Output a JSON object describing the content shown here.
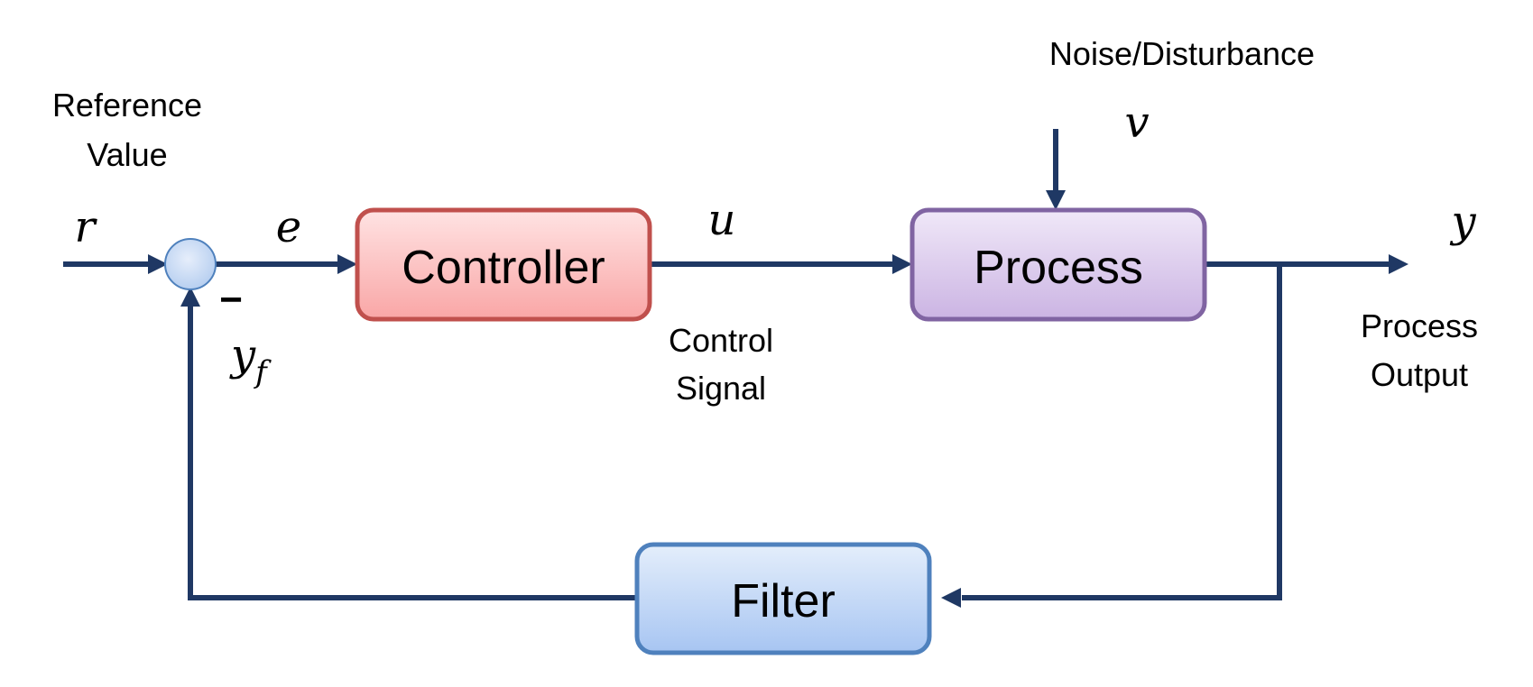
{
  "blocks": {
    "controller": "Controller",
    "process": "Process",
    "filter": "Filter"
  },
  "labels": {
    "reference_line1": "Reference",
    "reference_line2": "Value",
    "noise": "Noise/Disturbance",
    "control_line1": "Control",
    "control_line2": "Signal",
    "output_line1": "Process",
    "output_line2": "Output",
    "minus": "−"
  },
  "symbols": {
    "r": "r",
    "e": "e",
    "u": "u",
    "v": "v",
    "y": "y",
    "yf_base": "y",
    "yf_sub": "f"
  },
  "colors": {
    "wire": "#1f3864",
    "controller_border": "#c0504d",
    "process_border": "#8064a2",
    "filter_border": "#4f81bd",
    "summing_junction": "#c6d9f1"
  }
}
